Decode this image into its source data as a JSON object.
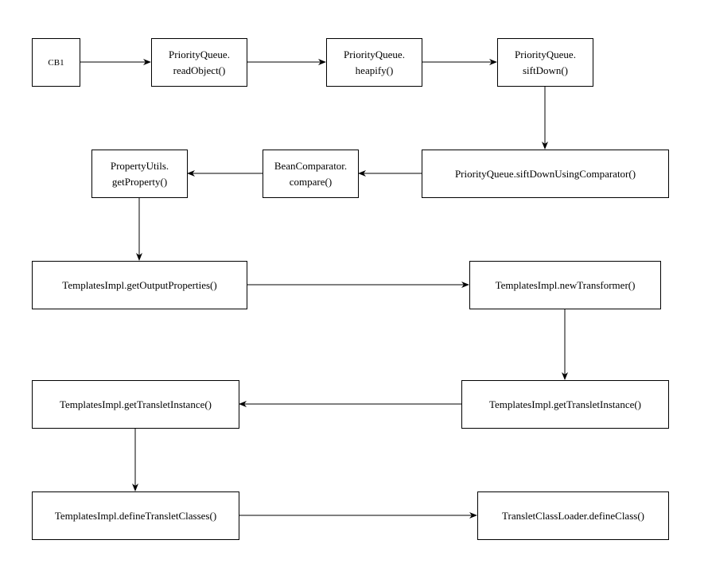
{
  "nodes": {
    "cb1": "CB1",
    "pq_readobject": "PriorityQueue.\nreadObject()",
    "pq_heapify": "PriorityQueue.\nheapify()",
    "pq_siftdown": "PriorityQueue.\nsiftDown()",
    "pq_siftdown_comparator": "PriorityQueue.siftDownUsingComparator()",
    "bean_compare": "BeanComparator.\ncompare()",
    "propertyutils_getproperty": "PropertyUtils.\ngetProperty()",
    "ti_getoutputproperties": "TemplatesImpl.getOutputProperties()",
    "ti_newtransformer": "TemplatesImpl.newTransformer()",
    "ti_gettransletinstance_right": "TemplatesImpl.getTransletInstance()",
    "ti_gettransletinstance_left": "TemplatesImpl.getTransletInstance()",
    "ti_definetransletclasses": "TemplatesImpl.defineTransletClasses()",
    "tcl_defineclass": "TransletClassLoader.defineClass()"
  },
  "colors": {
    "stroke": "#000000",
    "fill": "#ffffff"
  }
}
